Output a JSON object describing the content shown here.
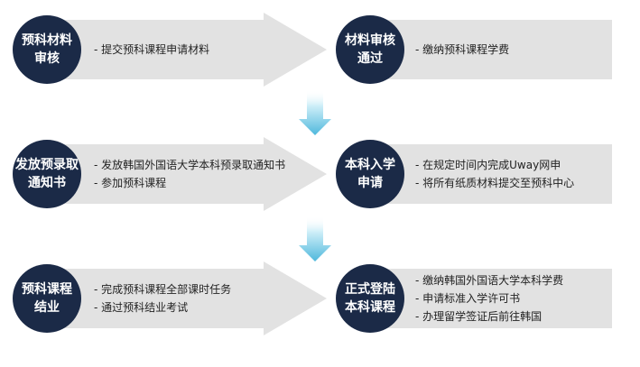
{
  "colors": {
    "circle": "#1b2a47",
    "band": "#e2e2e2",
    "arrow_down": "#5bc0de"
  },
  "steps": [
    {
      "title_lines": [
        "预科材料",
        "审核"
      ],
      "bullets": [
        "- 提交预科课程申请材料"
      ]
    },
    {
      "title_lines": [
        "材料审核",
        "通过"
      ],
      "bullets": [
        "- 缴纳预科课程学费"
      ]
    },
    {
      "title_lines": [
        "发放预录取",
        "通知书"
      ],
      "bullets": [
        "- 发放韩国外国语大学本科预录取通知书",
        "- 参加预科课程"
      ]
    },
    {
      "title_lines": [
        "本科入学",
        "申请"
      ],
      "bullets": [
        "- 在规定时间内完成Uway网申",
        "- 将所有纸质材料提交至预科中心"
      ]
    },
    {
      "title_lines": [
        "预科课程",
        "结业"
      ],
      "bullets": [
        "- 完成预科课程全部课时任务",
        "- 通过预科结业考试"
      ]
    },
    {
      "title_lines": [
        "正式登陆",
        "本科课程"
      ],
      "bullets": [
        "- 缴纳韩国外国语大学本科学费",
        "- 申请标准入学许可书",
        "- 办理留学签证后前往韩国"
      ]
    }
  ]
}
